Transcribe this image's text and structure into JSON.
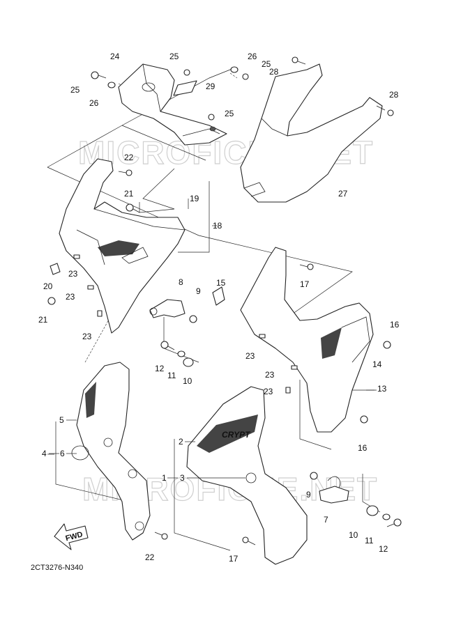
{
  "watermark": "MICROFICHE.NET",
  "diagram_ref": "2CT3276-N340",
  "fwd_label": "FWD",
  "emblem_text": "CRYPT",
  "callouts": {
    "c1": "1",
    "c2": "2",
    "c3": "3",
    "c4": "4",
    "c5": "5",
    "c6": "6",
    "c7": "7",
    "c8": "8",
    "c9a": "9",
    "c9b": "9",
    "c10a": "10",
    "c10b": "10",
    "c11a": "11",
    "c11b": "11",
    "c12a": "12",
    "c12b": "12",
    "c13": "13",
    "c14": "14",
    "c15": "15",
    "c16a": "16",
    "c16b": "16",
    "c17a": "17",
    "c17b": "17",
    "c18": "18",
    "c19": "19",
    "c20": "20",
    "c21a": "21",
    "c21b": "21",
    "c22a": "22",
    "c22b": "22",
    "c23a": "23",
    "c23b": "23",
    "c23c": "23",
    "c23d": "23",
    "c23e": "23",
    "c23f": "23",
    "c24": "24",
    "c25a": "25",
    "c25b": "25",
    "c25c": "25",
    "c25d": "25",
    "c26a": "26",
    "c26b": "26",
    "c27": "27",
    "c28a": "28",
    "c28b": "28",
    "c29": "29"
  }
}
